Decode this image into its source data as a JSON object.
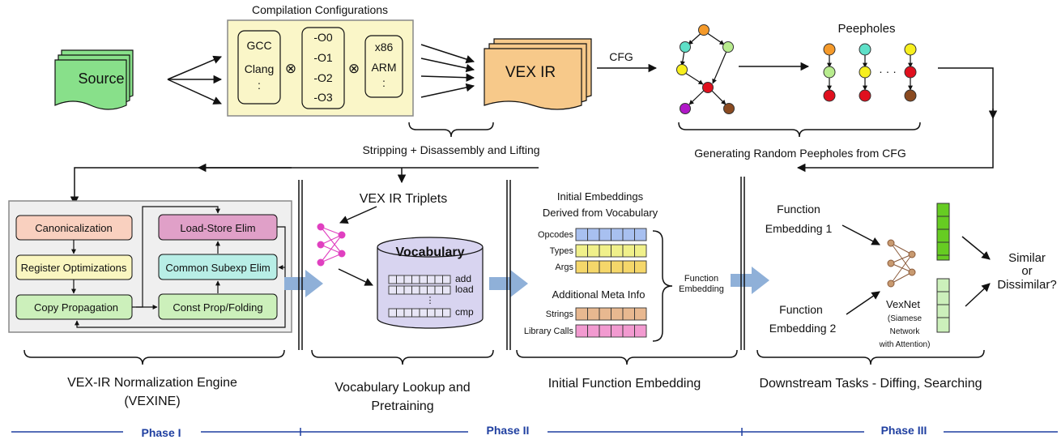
{
  "top": {
    "compilation_title": "Compilation Configurations",
    "source_label": "Source",
    "compilers": [
      "GCC",
      "Clang",
      ":"
    ],
    "opt_levels": [
      "-O0",
      "-O1",
      "-O2",
      "-O3"
    ],
    "archs": [
      "x86",
      "ARM",
      ":"
    ],
    "otimes": "⊗",
    "vexir_label": "VEX IR",
    "cfg_label": "CFG",
    "peepholes_label": "Peepholes",
    "ellipsis": "· · ·",
    "stripping_caption": "Stripping + Disassembly and Lifting",
    "peephole_caption": "Generating Random Peepholes from CFG"
  },
  "vexine": {
    "boxes": {
      "canonicalization": "Canonicalization",
      "register_opt": "Register Optimizations",
      "copy_prop": "Copy Propagation",
      "load_store": "Load-Store Elim",
      "cse": "Common Subexp Elim",
      "const_prop": "Const Prop/Folding"
    },
    "caption_line1": "VEX-IR Normalization Engine",
    "caption_line2": "(VEXINE)"
  },
  "vocab": {
    "triplets_label": "VEX IR Triplets",
    "title": "Vocabulary",
    "rows": [
      "add",
      "load",
      "cmp"
    ],
    "caption_line1": "Vocabulary Lookup and",
    "caption_line2": "Pretraining"
  },
  "embedding": {
    "title_line1": "Initial Embeddings",
    "title_line2": "Derived from Vocabulary",
    "rows": [
      {
        "label": "Opcodes",
        "color": "#a8c0f0"
      },
      {
        "label": "Types",
        "color": "#f0f08a"
      },
      {
        "label": "Args",
        "color": "#f5d76a"
      }
    ],
    "meta_title": "Additional Meta Info",
    "meta_rows": [
      {
        "label": "Strings",
        "color": "#e8b890"
      },
      {
        "label": "Library Calls",
        "color": "#f29ad0"
      }
    ],
    "function_embedding_line1": "Function",
    "function_embedding_line2": "Embedding",
    "caption": "Initial Function Embedding"
  },
  "downstream": {
    "emb1_line1": "Function",
    "emb1_line2": "Embedding 1",
    "emb2_line1": "Function",
    "emb2_line2": "Embedding 2",
    "vexnet": [
      "VexNet",
      "(Siamese",
      "Network",
      "with Attention)"
    ],
    "result": [
      "Similar",
      "or",
      "Dissimilar?"
    ],
    "caption": "Downstream Tasks - Diffing, Searching"
  },
  "phases": [
    "Phase I",
    "Phase II",
    "Phase III"
  ],
  "colors": {
    "source_green": "#88e08a",
    "config_yellow": "#faf6c8",
    "vexir_orange": "#f7c98a",
    "vocab_lavender": "#d8d4f0",
    "phase_blue": "#1f3fa0",
    "block_arrow": "#8fb0d8"
  }
}
